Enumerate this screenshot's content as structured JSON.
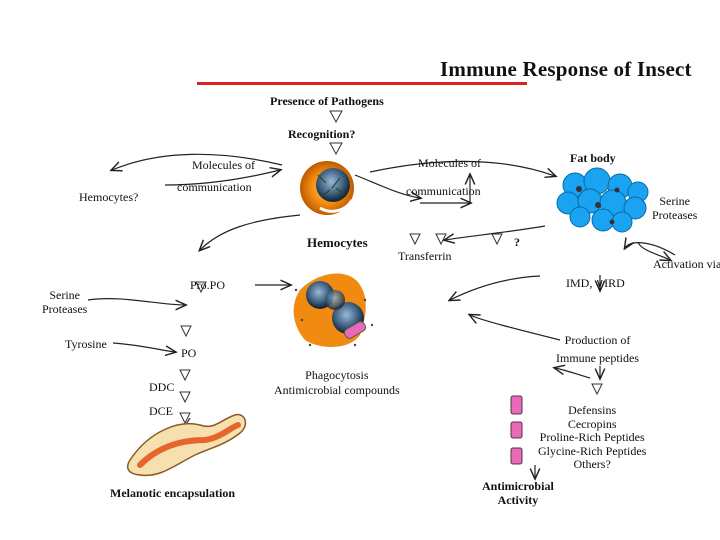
{
  "title": "Immune Response of Insect",
  "top_flow": {
    "presence": "Presence of Pathogens",
    "recognition": "Recognition?"
  },
  "labels": {
    "molecules_left": "Molecules of",
    "communication_left": "communication",
    "hemocytes_q": "Hemocytes?",
    "molecules_right": "Molecules of",
    "communication_right": "communication",
    "fat_body": "Fat body",
    "serine_right": "Serine\nProteases",
    "hemocytes": "Hemocytes",
    "transferrin": "Transferrin",
    "question": "?",
    "activation": "Activation via T",
    "propo": "Pro.PO",
    "serine_left": "Serine\nProteases",
    "imd": "IMD, ∨IRD",
    "tyrosine": "Tyrosine",
    "po": "PO",
    "production": "Production of\nImmune peptides",
    "ddc": "DDC",
    "dce": "DCE",
    "phagocytosis": "Phagocytosis\nAntimicrobial compounds",
    "melanotic": "Melanotic encapsulation",
    "peptides_list": "Defensins\nCecropins\nProline-Rich Peptides\nGlycine-Rich Peptides\nOthers?",
    "antimicrobial": "Antimicrobial\nActivity"
  },
  "colors": {
    "title_underline": "#e02020",
    "fat_body_cells": "#1aa3f0",
    "worm_orange": "#e8642a",
    "worm_cream": "#f6e0b0",
    "peptide_pink": "#e86ab8",
    "hemocyte_orange": "#f08a10"
  }
}
